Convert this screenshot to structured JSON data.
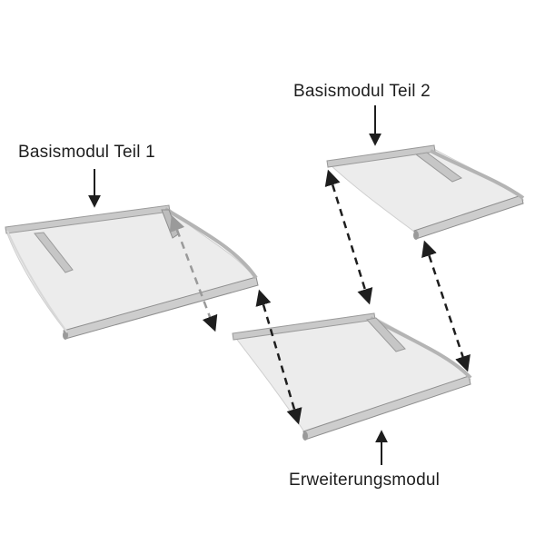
{
  "labels": {
    "base_module_part1": "Basismodul Teil 1",
    "base_module_part2": "Basismodul Teil 2",
    "extension_module": "Erweiterungsmodul"
  },
  "colors": {
    "panel_fill": "#ececec",
    "frame_metal": "#c3c3c3",
    "frame_edge": "#8e8e8e",
    "arrow": "#1e1e1e",
    "hidden_arrow": "#9a9a9a"
  }
}
